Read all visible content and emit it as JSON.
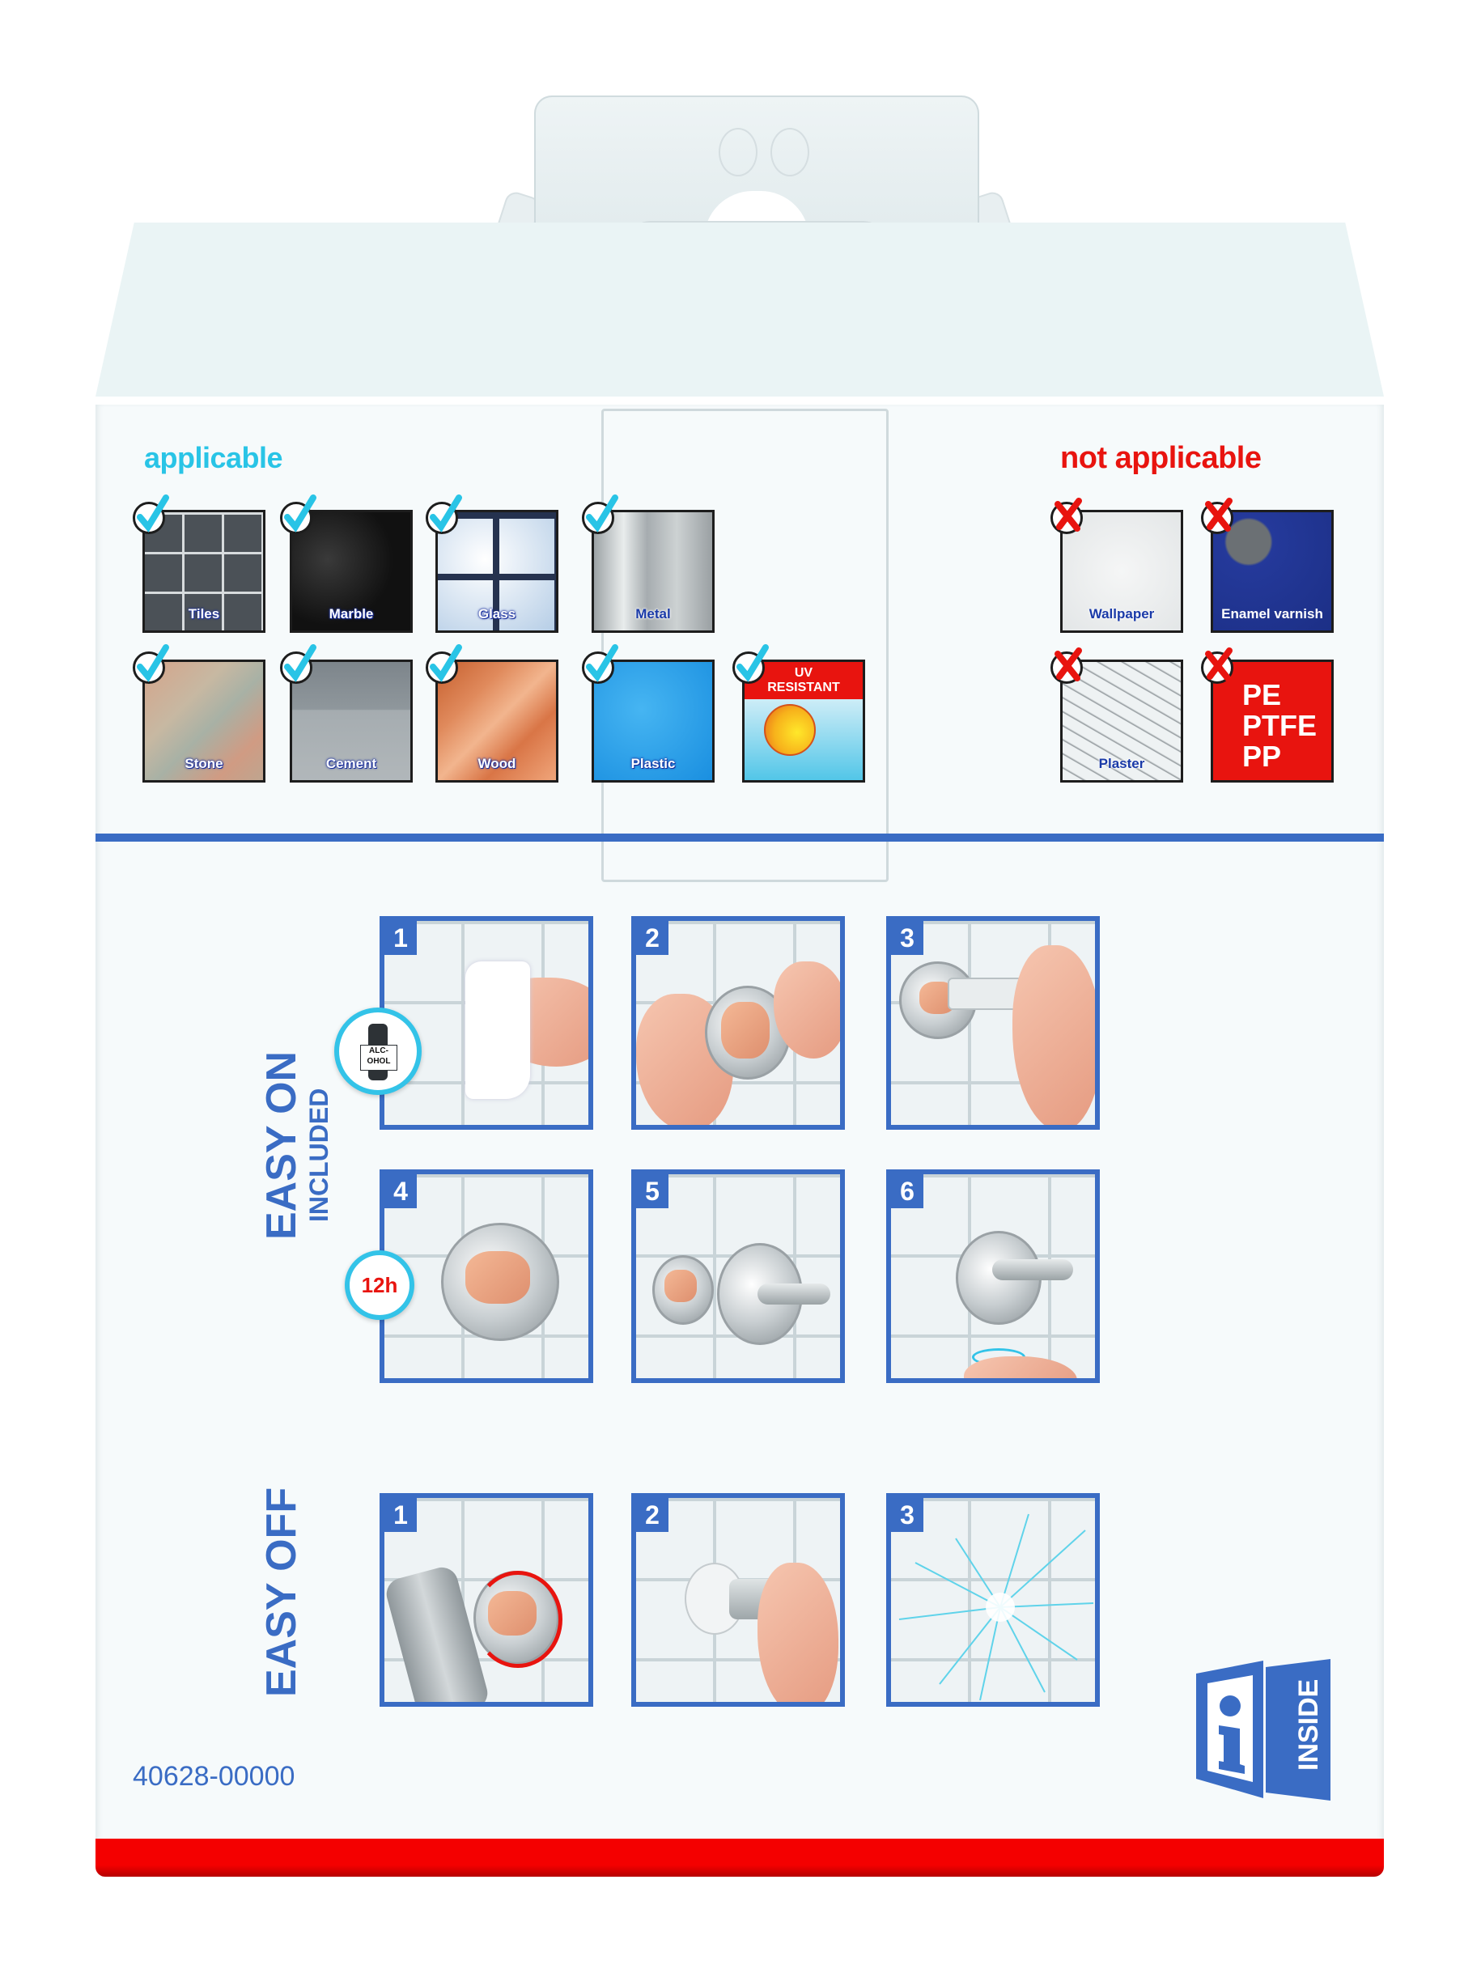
{
  "package": {
    "colors": {
      "brand_blue": "#3a6cc4",
      "applicable_cyan": "#29c4e6",
      "not_applicable_red": "#e8140f",
      "stripe_red": "#f40000"
    },
    "applicable": {
      "heading": "applicable",
      "badge_icon": "check-icon",
      "items": [
        {
          "label": "Tiles"
        },
        {
          "label": "Marble"
        },
        {
          "label": "Glass"
        },
        {
          "label": "Metal"
        },
        {
          "label": "Stone"
        },
        {
          "label": "Cement"
        },
        {
          "label": "Wood"
        },
        {
          "label": "Plastic"
        },
        {
          "label": "UV RESISTANT",
          "line1": "UV",
          "line2": "RESISTANT"
        }
      ]
    },
    "not_applicable": {
      "heading": "not applicable",
      "badge_icon": "cross-icon",
      "items": [
        {
          "label": "Wallpaper"
        },
        {
          "label": "Enamel varnish"
        },
        {
          "label": "Plaster"
        },
        {
          "label": "PE PTFE PP",
          "lines": [
            "PE",
            "PTFE",
            "PP"
          ]
        }
      ]
    },
    "easy_on": {
      "title": "EASY ON",
      "subtitle": "INCLUDED",
      "steps": [
        {
          "number": "1",
          "badge": "ALC-OHOL",
          "badge_line1": "ALC-",
          "badge_line2": "OHOL"
        },
        {
          "number": "2"
        },
        {
          "number": "3"
        },
        {
          "number": "4",
          "badge": "12h"
        },
        {
          "number": "5"
        },
        {
          "number": "6"
        }
      ]
    },
    "easy_off": {
      "title": "EASY OFF",
      "steps": [
        {
          "number": "1"
        },
        {
          "number": "2"
        },
        {
          "number": "3"
        }
      ]
    },
    "article_number": "40628-00000",
    "info_badge": {
      "icon": "info-icon",
      "label": "INSIDE"
    }
  }
}
